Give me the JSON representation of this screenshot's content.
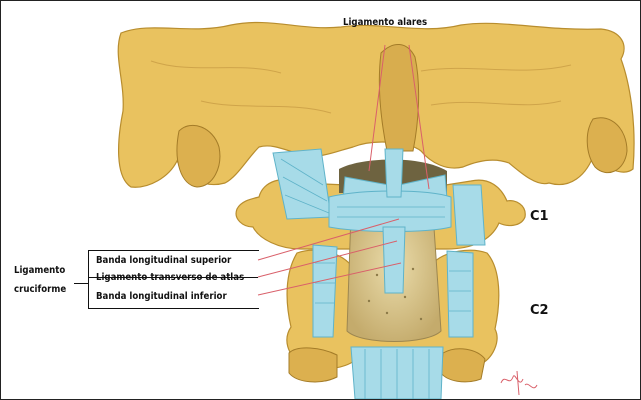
{
  "figure": {
    "labels": {
      "ligamento_alares": "Ligamento alares",
      "c1": "C1",
      "c2": "C2",
      "ligamento_cruciforme": [
        "Ligamento",
        "cruciforme"
      ],
      "banda_superior": "Banda longitudinal superior",
      "ligamento_transverso": "Ligamento transverso de atlas",
      "banda_inferior": "Banda longitudinal inferior"
    },
    "colors": {
      "bone": "#e9c25f",
      "bone_dark": "#b88d2e",
      "ligament": "#a7dbe8",
      "ligament_dark": "#5fb3c9",
      "dens": "#d2be86",
      "leader_lines": "#d9606a"
    }
  }
}
